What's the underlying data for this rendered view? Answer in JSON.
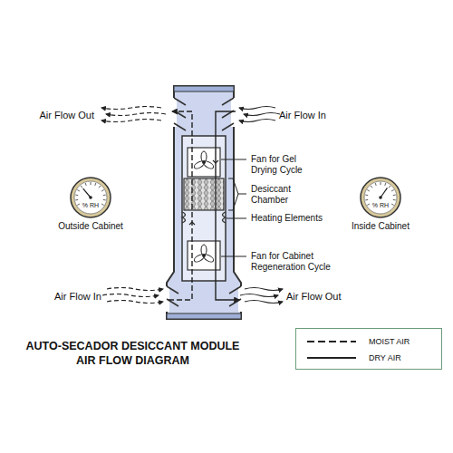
{
  "diagram": {
    "title": "AUTO-SECADOR DESICCANT MODULE AIR FLOW DIAGRAM",
    "nodes": [
      {
        "text": [
          "% RH",
          "Outside Cabinet"
        ]
      },
      {
        "text": [
          "% RH",
          "Inside Cabinet"
        ]
      }
    ],
    "labels": [
      "Air Flow Out",
      "Air Flow In",
      "Fan for Gel Drying Cycle",
      "Desiccant Chamber",
      "Heating Elements",
      "Fan for Cabinet Regeneration Cycle",
      "Air Flow In",
      "Air Flow Out"
    ],
    "legend": [
      {
        "text": "MOIST AIR"
      },
      {
        "text": "DRY AIR"
      }
    ]
  }
}
